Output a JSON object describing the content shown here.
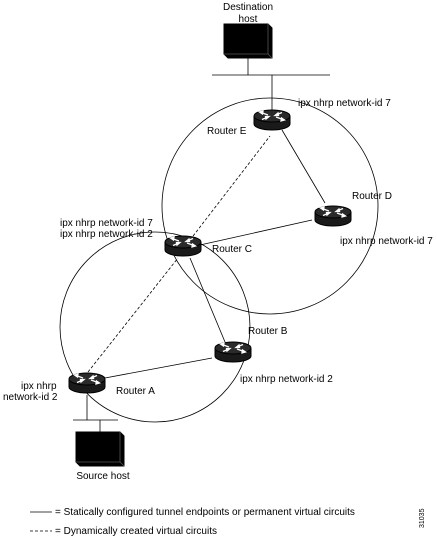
{
  "nodes": {
    "destination_host": {
      "line1": "Destination",
      "line2": "host"
    },
    "source_host": {
      "label": "Source host"
    },
    "router_e": {
      "name": "Router E",
      "config": "ipx nhrp network-id 7"
    },
    "router_d": {
      "name": "Router D",
      "config": "ipx nhrp network-id 7"
    },
    "router_c": {
      "name": "Router C",
      "config_line1": "ipx nhrp network-id 7",
      "config_line2": "ipx nhrp network-id 2"
    },
    "router_b": {
      "name": "Router B",
      "config": "ipx nhrp network-id 2"
    },
    "router_a": {
      "name": "Router A",
      "config_line1": "ipx nhrp",
      "config_line2": "network-id 2"
    }
  },
  "legend": {
    "static_text": "= Statically configured tunnel endpoints or permanent virtual circuits",
    "dynamic_text": "= Dynamically created virtual circuits"
  },
  "figure_id": "31035"
}
